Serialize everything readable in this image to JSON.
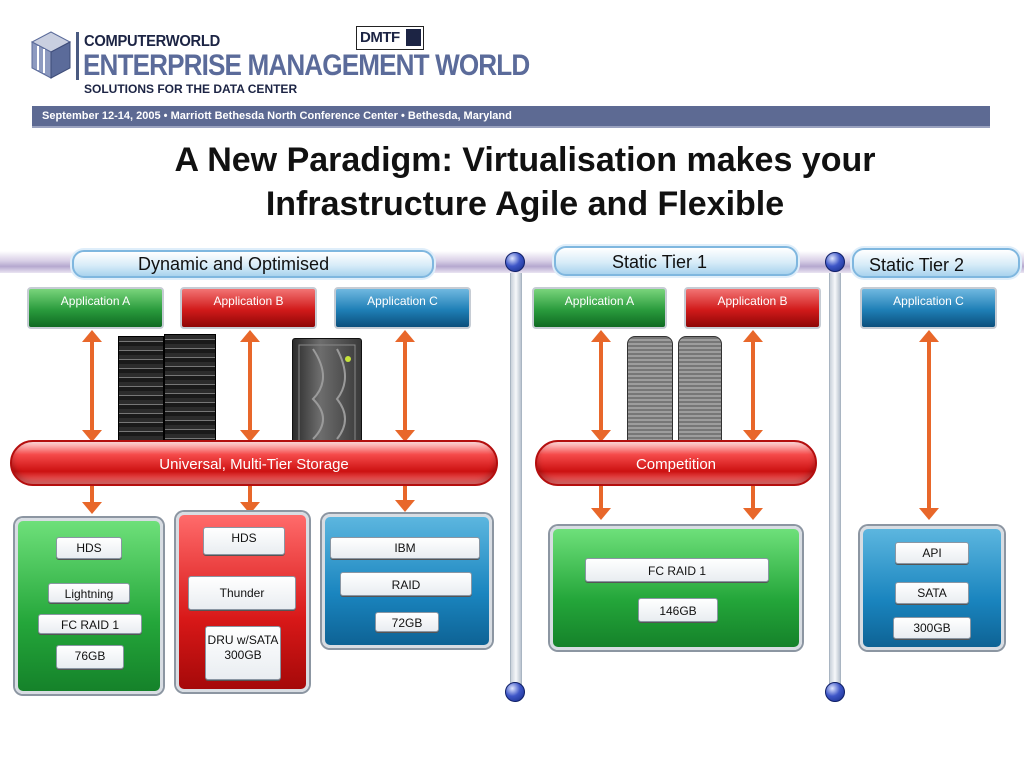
{
  "header": {
    "brand_top": "COMPUTERWORLD",
    "brand_main": "ENTERPRISE MANAGEMENT WORLD",
    "brand_sub": "SOLUTIONS FOR THE DATA CENTER",
    "partner_logo": "DMTF",
    "banner": "September 12-14, 2005 • Marriott Bethesda North Conference Center • Bethesda, Maryland"
  },
  "title": {
    "line1": "A New Paradigm: Virtualisation makes your",
    "line2": "Infrastructure Agile and Flexible"
  },
  "tiers": {
    "dynamic": "Dynamic and Optimised",
    "static1": "Static Tier 1",
    "static2": "Static Tier 2"
  },
  "apps": {
    "dyn_a": "Application A",
    "dyn_b": "Application B",
    "dyn_c": "Application C",
    "s1_a": "Application A",
    "s1_b": "Application B",
    "s2_c": "Application C"
  },
  "storage_layer": {
    "dynamic": "Universal, Multi-Tier Storage",
    "static1": "Competition"
  },
  "boxes": {
    "green": [
      "HDS",
      "Lightning",
      "FC RAID 1",
      "76GB"
    ],
    "red": [
      "HDS",
      "Thunder",
      "DRU w/SATA 300GB"
    ],
    "blue": [
      "IBM",
      "RAID",
      "72GB"
    ],
    "static1": [
      "FC RAID 1",
      "146GB"
    ],
    "static2": [
      "API",
      "SATA",
      "300GB"
    ]
  },
  "colors": {
    "banner": "#5d6a93",
    "green": "#24a63a",
    "red": "#d81818",
    "blue": "#1a85bf",
    "arrow": "#e8672a"
  }
}
